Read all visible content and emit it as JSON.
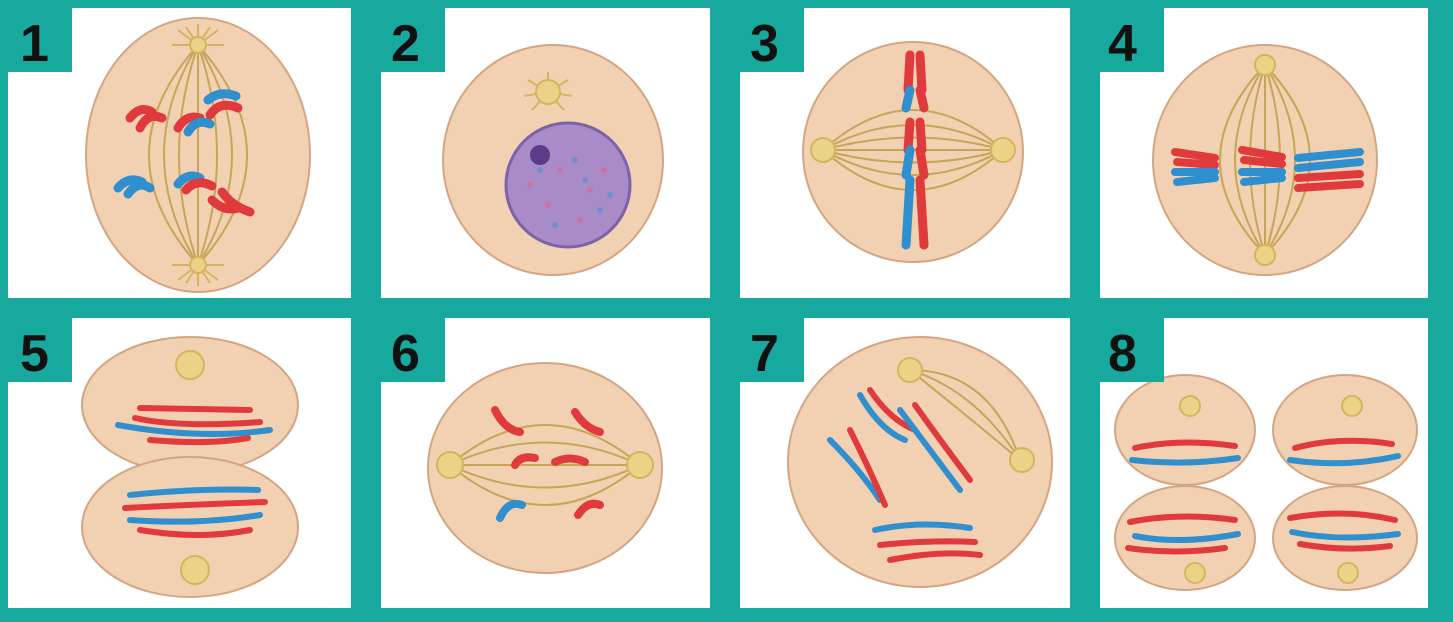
{
  "panels": [
    {
      "number": "1",
      "stage": "anaphase-i"
    },
    {
      "number": "2",
      "stage": "interphase"
    },
    {
      "number": "3",
      "stage": "metaphase-ii"
    },
    {
      "number": "4",
      "stage": "metaphase-i"
    },
    {
      "number": "5",
      "stage": "prophase-ii"
    },
    {
      "number": "6",
      "stage": "anaphase-ii"
    },
    {
      "number": "7",
      "stage": "prophase-i"
    },
    {
      "number": "8",
      "stage": "telophase-ii"
    }
  ],
  "colors": {
    "frame": "#18a99e",
    "panel_bg": "#ffffff",
    "cytoplasm": "#f1d1b2",
    "cell_edge": "#d4a583",
    "spindle": "#c7a558",
    "centrosome": "#ead387",
    "chromosome_red": "#e03a3c",
    "chromosome_blue": "#2f8fcf",
    "nucleus": "#a98bc8",
    "vesicle": "#c9c9e6"
  }
}
